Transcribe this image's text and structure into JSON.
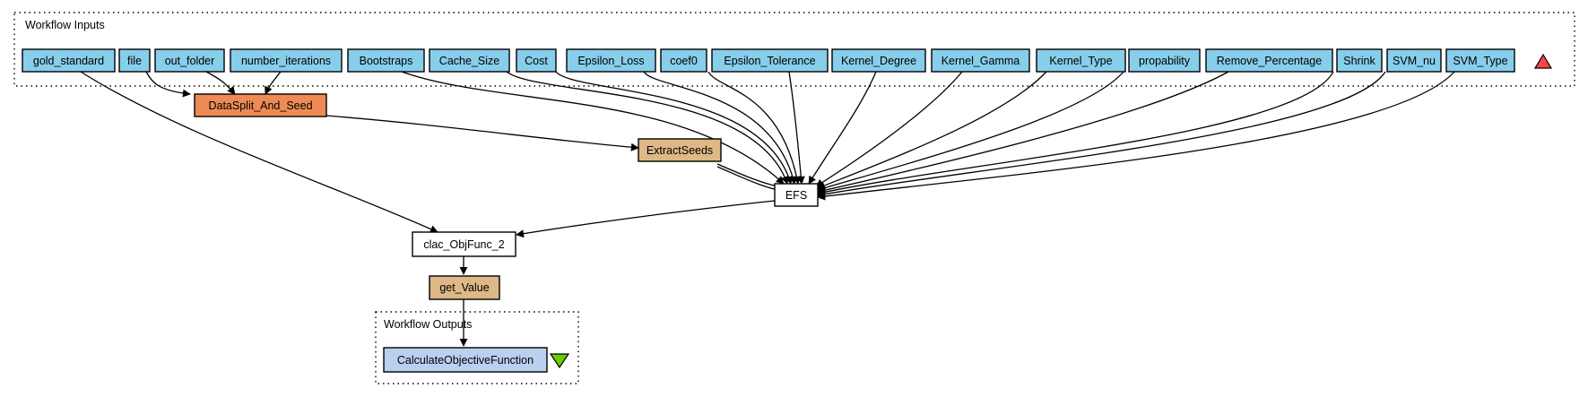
{
  "diagram": {
    "clusters": {
      "inputs": "Workflow Inputs",
      "outputs": "Workflow Outputs"
    },
    "colors": {
      "input": "#87ceeb",
      "dataset_seed": "#ee8a55",
      "beanshell": "#deb887",
      "subworkflow": "#ffffff",
      "output": "#b9d0f1",
      "up_triangle": "#ff4444",
      "down_triangle": "#66cc00"
    },
    "inputs": [
      "gold_standard",
      "file",
      "out_folder",
      "number_iterations",
      "Bootstraps",
      "Cache_Size",
      "Cost",
      "Epsilon_Loss",
      "coef0",
      "Epsilon_Tolerance",
      "Kernel_Degree",
      "Kernel_Gamma",
      "Kernel_Type",
      "propability",
      "Remove_Percentage",
      "Shrink",
      "SVM_nu",
      "SVM_Type"
    ],
    "processors": {
      "datasplit": "DataSplit_And_Seed",
      "extractseeds": "ExtractSeeds",
      "efs": "EFS",
      "clac": "clac_ObjFunc_2",
      "getvalue": "get_Value"
    },
    "outputs": [
      "CalculateObjectiveFunction"
    ]
  }
}
